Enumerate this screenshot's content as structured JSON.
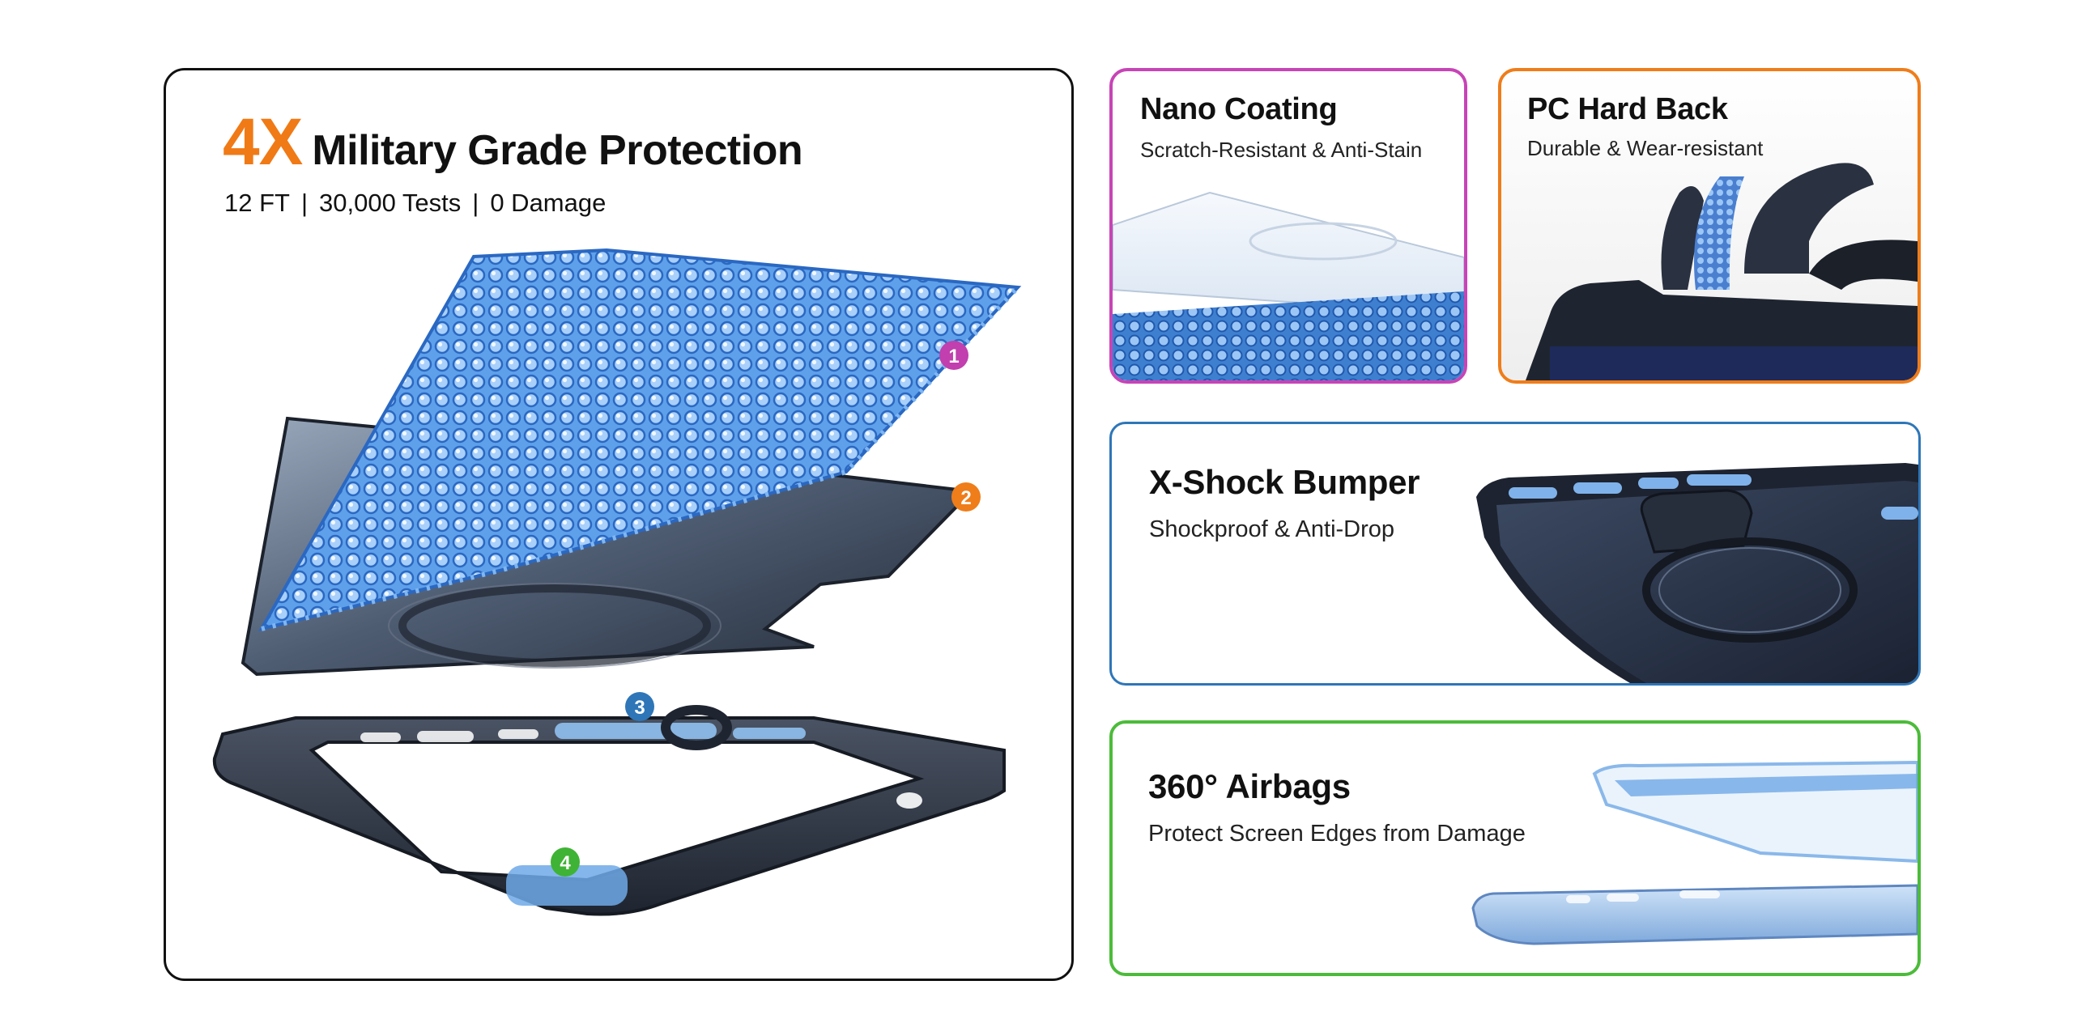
{
  "main": {
    "accent": "4X",
    "heading": "Military Grade Protection",
    "specs": [
      "12 FT",
      "30,000 Tests",
      "0 Damage"
    ],
    "separator": "|",
    "layers": [
      {
        "number": "1",
        "color": "#c13fae"
      },
      {
        "number": "2",
        "color": "#ef7d1a"
      },
      {
        "number": "3",
        "color": "#2e76b8"
      },
      {
        "number": "4",
        "color": "#3fb335"
      }
    ]
  },
  "features": {
    "nano": {
      "title": "Nano Coating",
      "subtitle": "Scratch-Resistant & Anti-Stain",
      "border_color": "#c744b6"
    },
    "pc": {
      "title": "PC Hard Back",
      "subtitle": "Durable & Wear-resistant",
      "border_color": "#ef7d1a"
    },
    "bumper": {
      "title": "X-Shock Bumper",
      "subtitle": "Shockproof & Anti-Drop",
      "border_color": "#2e76b8"
    },
    "airbags": {
      "title": "360° Airbags",
      "subtitle": "Protect Screen Edges from Damage",
      "border_color": "#4cbb3a"
    }
  },
  "colors": {
    "accent_orange": "#f07a16",
    "frame_dark": "#2d3440",
    "mesh_blue": "#3b82d6"
  }
}
